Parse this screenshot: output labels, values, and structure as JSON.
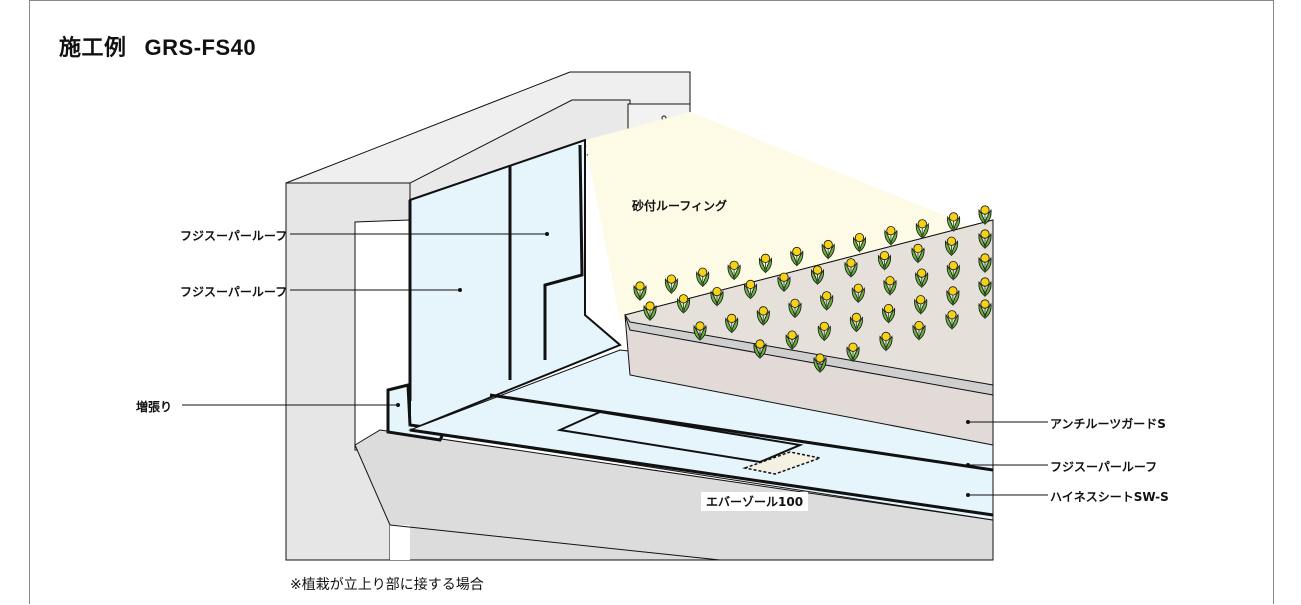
{
  "title": {
    "prefix": "施工例",
    "code": "GRS-FS40"
  },
  "labels": {
    "left_upper": "フジスーパールーフ",
    "left_lower": "フジスーパールーフ",
    "reinforce": "増張り",
    "sand": "砂付ルーフィング",
    "anti_root": "アンチルーツガードS",
    "fuji_right": "フジスーパールーフ",
    "highness": "ハイネスシートSW-S",
    "ever": "エバーゾール100"
  },
  "note": "※植栽が立上り部に接する場合",
  "icons": {
    "plant": "flower-icon"
  },
  "colors": {
    "membrane": "#e6f4fb",
    "concrete": "#e8e8e8",
    "wall_top": "#efefef",
    "sky": "#fdfbe6",
    "soil": "#e2dad6",
    "flower": "#f5d215",
    "leaf": "#6ab23e",
    "line": "#111111"
  }
}
